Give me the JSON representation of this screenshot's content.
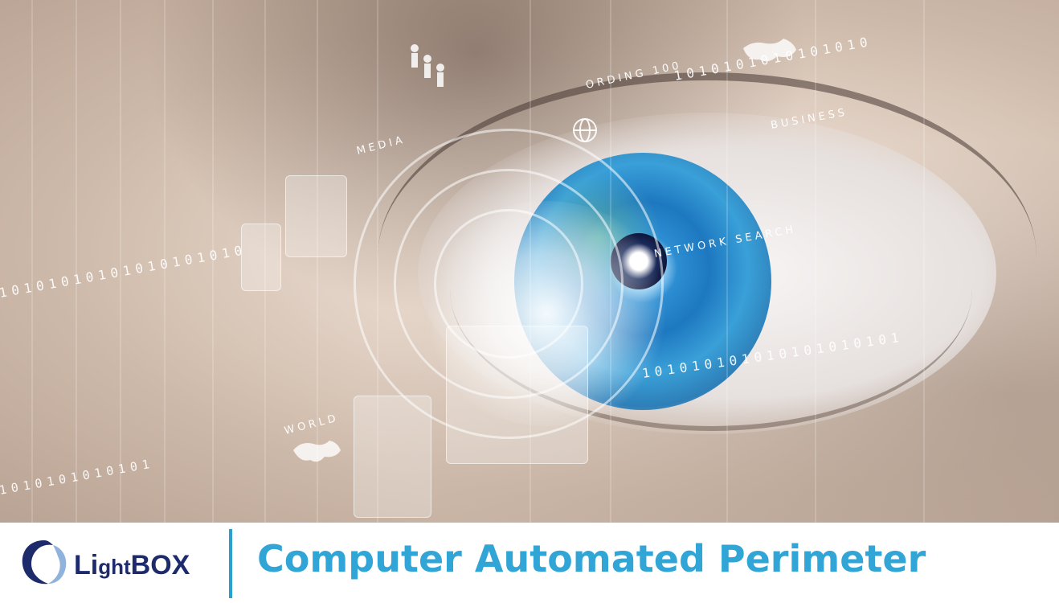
{
  "brand": {
    "logo_text_main": "Li",
    "logo_text_small": "ght",
    "logo_text_end": "BOX",
    "accent_color": "#31a5d5",
    "logo_color": "#1d2a6b"
  },
  "banner": {
    "title": "Computer Automated Perimeter"
  },
  "hud": {
    "labels": [
      "MEDIA",
      "BUSINESS",
      "WORLD",
      "NETWORK SEARCH",
      "ORDING 100"
    ],
    "binary_streams": [
      "10101010101010101010",
      "1010101010101010",
      "101010101010101010101",
      "1010101010101"
    ]
  }
}
